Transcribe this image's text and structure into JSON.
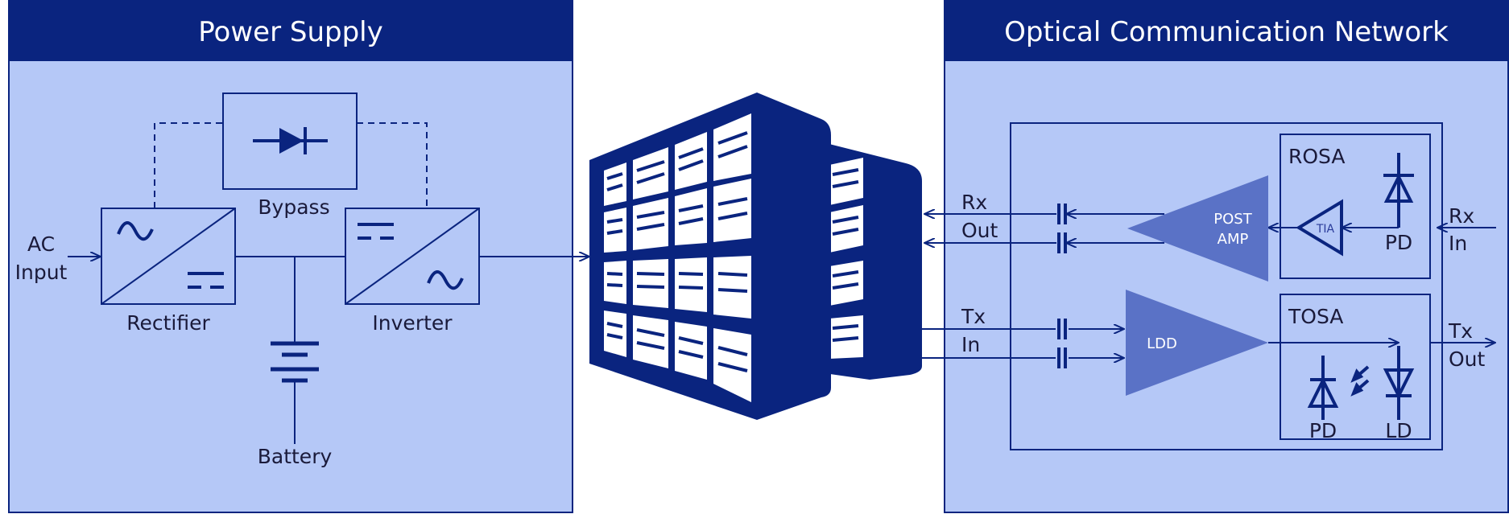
{
  "colors": {
    "navy": "#0a247f",
    "panel": "#b5c8f7",
    "amp": "#5a72c6",
    "line": "#0a247f",
    "text": "#1a1a3a"
  },
  "left_panel": {
    "title": "Power Supply",
    "ac_input": [
      "AC",
      "Input"
    ],
    "bypass_label": "Bypass",
    "rectifier_label": "Rectifier",
    "inverter_label": "Inverter",
    "battery_label": "Battery"
  },
  "center": {
    "icon": "server-rack-icon"
  },
  "right_panel": {
    "title": "Optical Communication Network",
    "rx_out": [
      "Rx",
      "Out"
    ],
    "tx_in": [
      "Tx",
      "In"
    ],
    "rx_in": [
      "Rx",
      "In"
    ],
    "tx_out": [
      "Tx",
      "Out"
    ],
    "rosa_label": "ROSA",
    "tosa_label": "TOSA",
    "post_amp": [
      "POST",
      "AMP"
    ],
    "tia_label": "TIA",
    "ldd_label": "LDD",
    "rosa_pd_label": "PD",
    "tosa_pd_label": "PD",
    "tosa_ld_label": "LD"
  }
}
